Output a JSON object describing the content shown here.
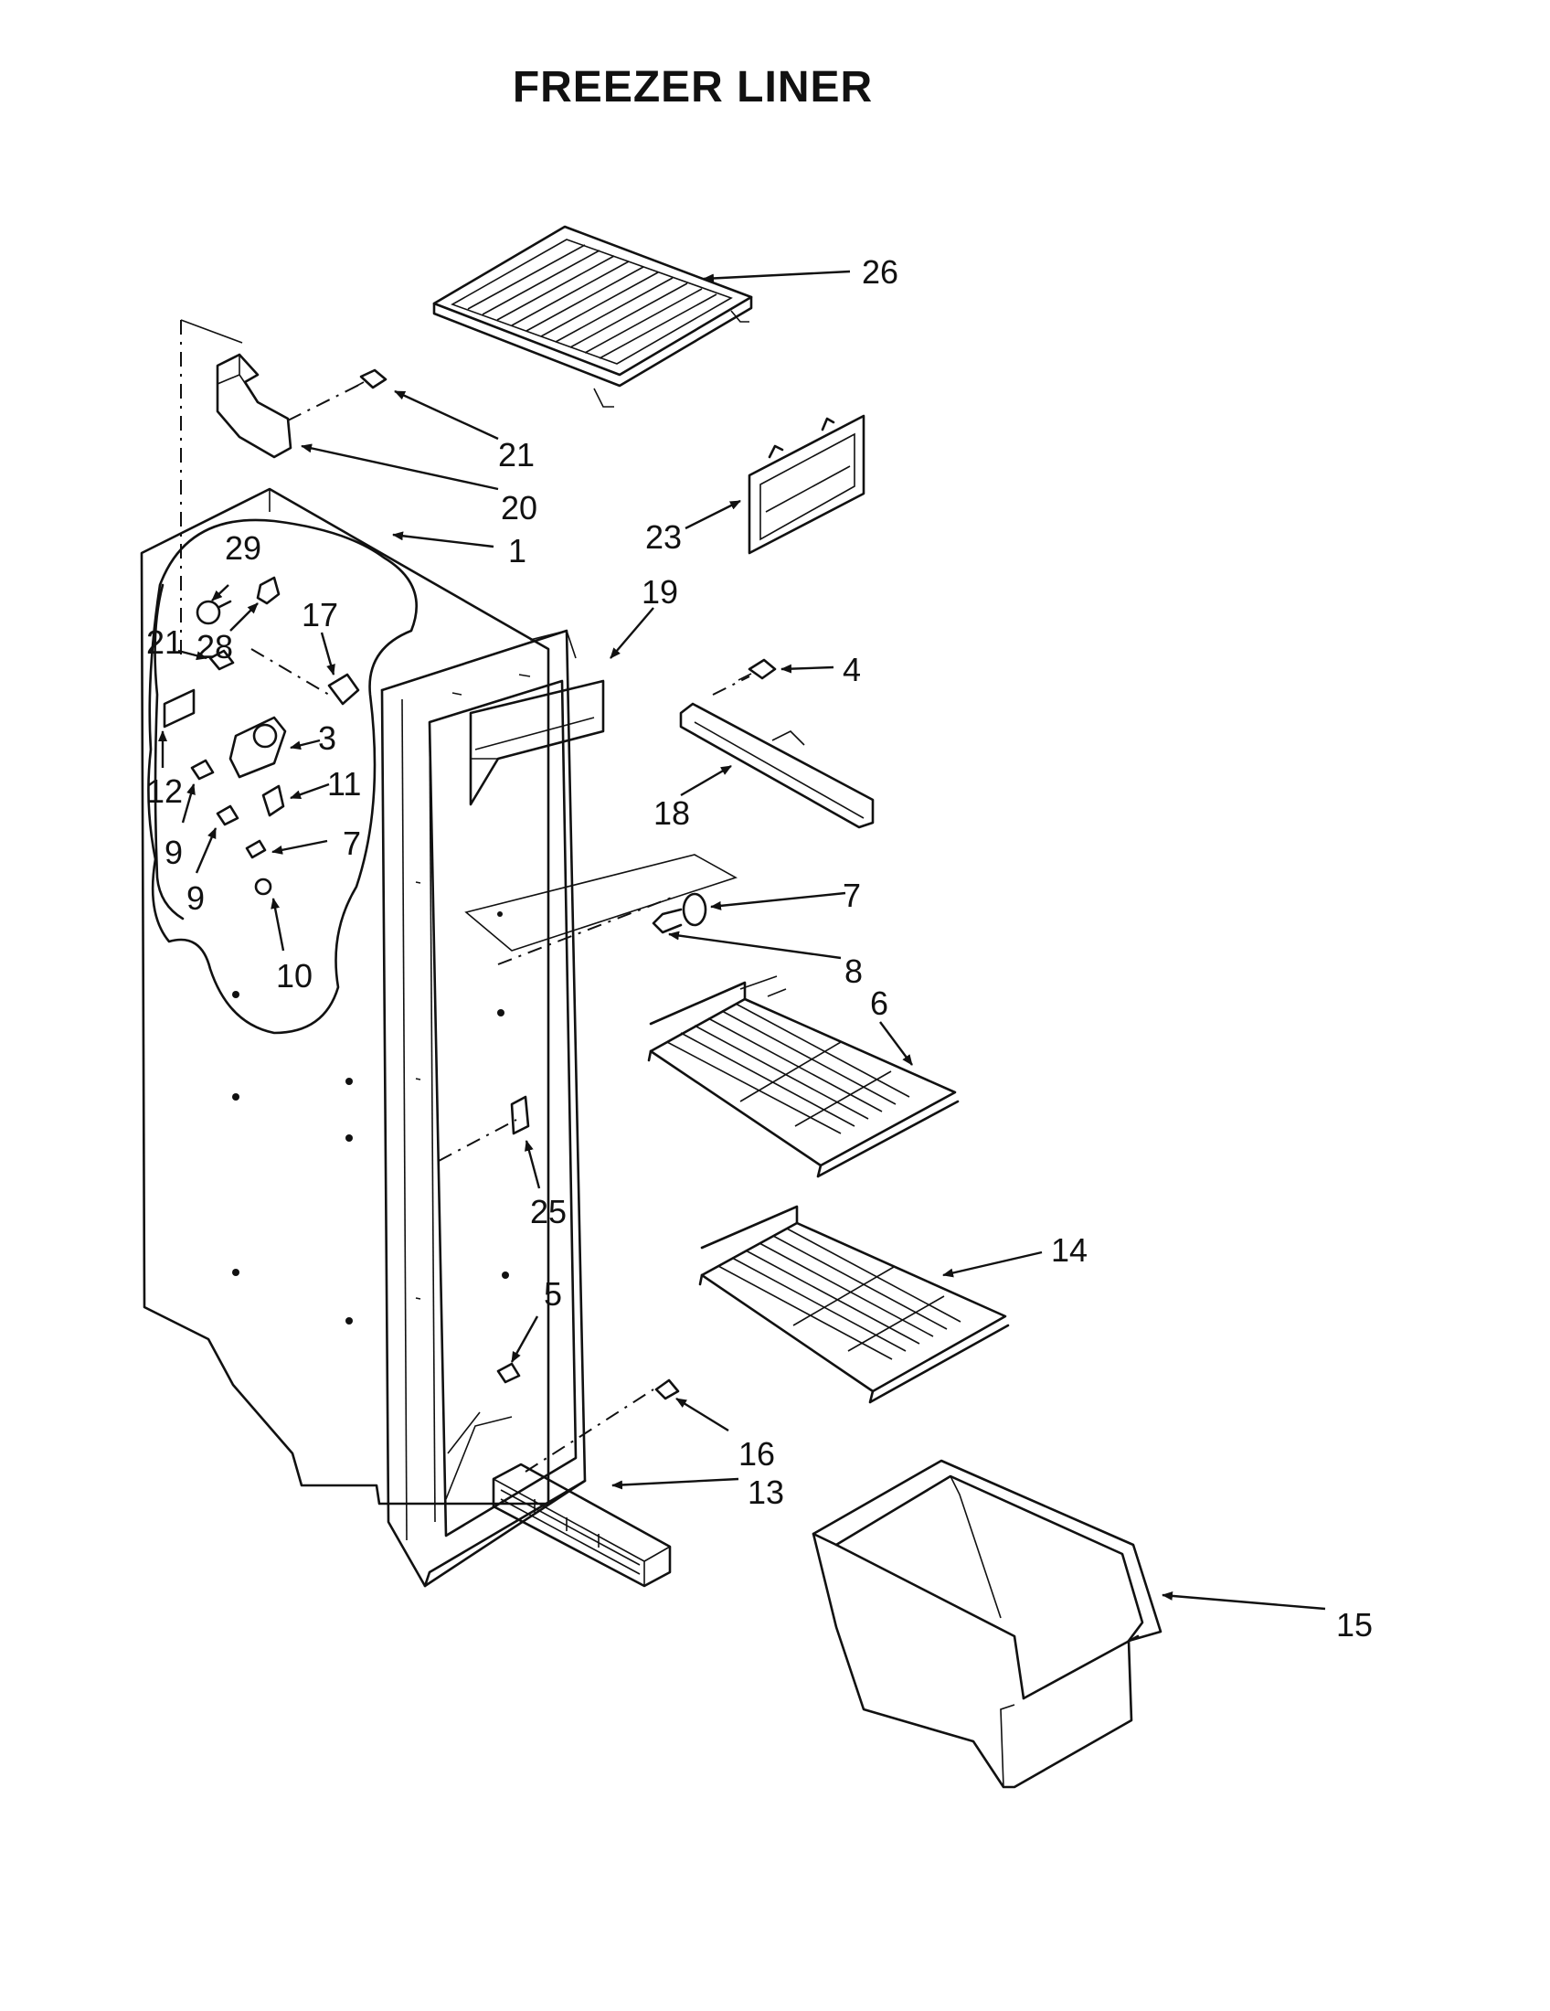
{
  "title": "FREEZER LINER",
  "colors": {
    "ink": "#111111",
    "paper": "#ffffff"
  },
  "callouts": [
    {
      "id": "c26",
      "text": "26"
    },
    {
      "id": "c21a",
      "text": "21"
    },
    {
      "id": "c20",
      "text": "20"
    },
    {
      "id": "c1",
      "text": "1"
    },
    {
      "id": "c29",
      "text": "29"
    },
    {
      "id": "c23",
      "text": "23"
    },
    {
      "id": "c19",
      "text": "19"
    },
    {
      "id": "c17",
      "text": "17"
    },
    {
      "id": "c21b",
      "text": "21"
    },
    {
      "id": "c28",
      "text": "28"
    },
    {
      "id": "c3",
      "text": "3"
    },
    {
      "id": "c4",
      "text": "4"
    },
    {
      "id": "c12",
      "text": "12"
    },
    {
      "id": "c11",
      "text": "11"
    },
    {
      "id": "c18",
      "text": "18"
    },
    {
      "id": "c9a",
      "text": "9"
    },
    {
      "id": "c7a",
      "text": "7"
    },
    {
      "id": "c9b",
      "text": "9"
    },
    {
      "id": "c7b",
      "text": "7"
    },
    {
      "id": "c8",
      "text": "8"
    },
    {
      "id": "c10",
      "text": "10"
    },
    {
      "id": "c6",
      "text": "6"
    },
    {
      "id": "c25",
      "text": "25"
    },
    {
      "id": "c14",
      "text": "14"
    },
    {
      "id": "c5",
      "text": "5"
    },
    {
      "id": "c16",
      "text": "16"
    },
    {
      "id": "c13",
      "text": "13"
    },
    {
      "id": "c15",
      "text": "15"
    }
  ]
}
